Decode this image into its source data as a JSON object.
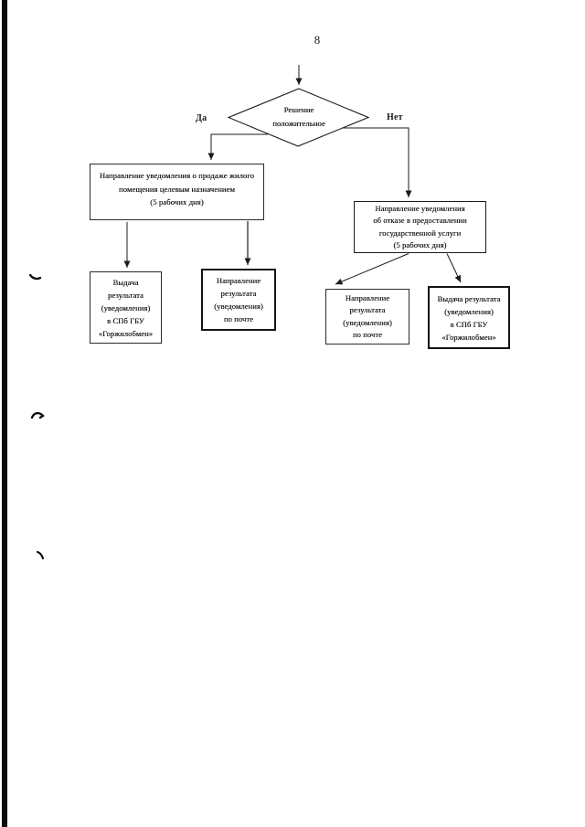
{
  "page": {
    "number": "8"
  },
  "flowchart": {
    "decision": "Решение\nположительное",
    "yes": "Да",
    "no": "Нет",
    "sale_box": "Направление уведомления о продаже жилого\nпомещения целевым назначением\n(5 рабочих дня)",
    "refusal_box": "Направление уведомления\nоб отказе в предоставлении\nгосударственной услуги\n(5 рабочих дня)",
    "yes_issue_box": "Выдача\nрезультата\n(уведомления)\nв СПб ГБУ\n«Горжилобмен»",
    "yes_mail_box": "Направление\nрезультата\n(уведомления)\nпо почте",
    "no_mail_box": "Направление\nрезультата\n(уведомления)\nпо почте",
    "no_issue_box": "Выдача результата\n(уведомления)\nв СПб ГБУ\n«Горжилобмен»"
  },
  "colors": {
    "ink": "#1b1b1b",
    "paper": "#ffffff"
  }
}
